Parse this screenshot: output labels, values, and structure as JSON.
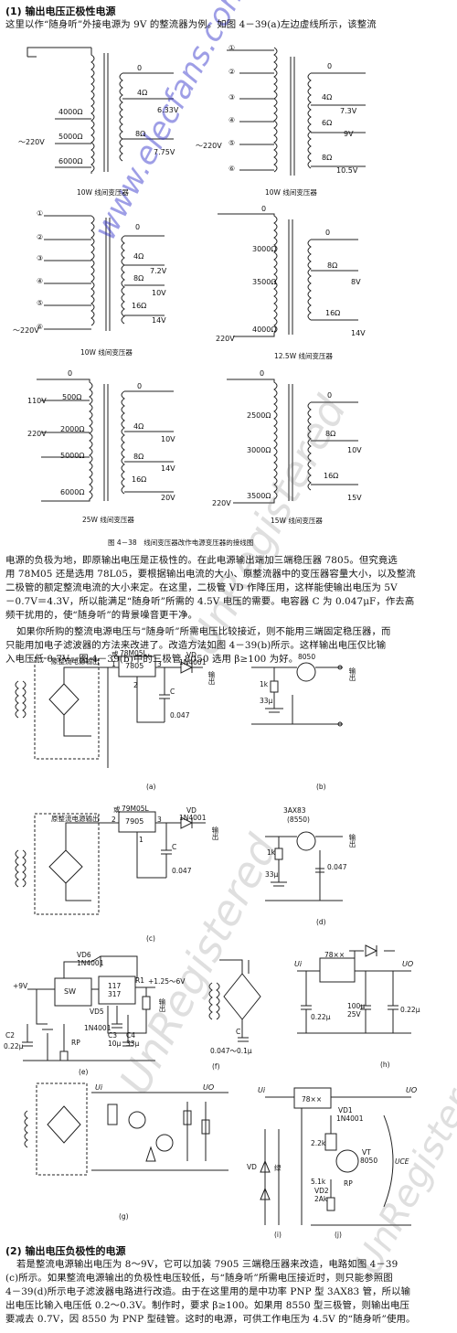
{
  "section1": {
    "heading": "(1) 输出电压正极性电源",
    "intro": "这里以作“随身听”外接电源为 9V 的整流器为例。如图 4－39(a)左边虚线所示，该整流"
  },
  "transformers": {
    "t1": {
      "caption": "10W 线间变压器",
      "taps_left": [
        "4000Ω",
        "5000Ω",
        "6000Ω"
      ],
      "taps_right": [
        "0",
        "4Ω",
        "6.33V",
        "8Ω",
        "7.75V"
      ],
      "input": "～220V"
    },
    "t2": {
      "caption": "10W 线间变压器",
      "pins": [
        "①",
        "②",
        "③",
        "④",
        "⑤",
        "⑥"
      ],
      "taps_right": [
        "0",
        "4Ω",
        "7.3V",
        "6Ω",
        "9V",
        "8Ω",
        "10.5V"
      ],
      "input": "～220V"
    },
    "t3": {
      "caption": "10W 线间变压器",
      "pins": [
        "①",
        "②",
        "③",
        "④",
        "⑤",
        "⑥"
      ],
      "taps_right": [
        "0",
        "4Ω",
        "7.2V",
        "8Ω",
        "10V",
        "16Ω",
        "14V"
      ],
      "input": "～220V"
    },
    "t4": {
      "caption": "12.5W 线间变压器",
      "taps_left": [
        "0",
        "3000Ω",
        "3500Ω",
        "4000Ω",
        "220V"
      ],
      "taps_right": [
        "0",
        "8Ω",
        "8V",
        "16Ω",
        "14V"
      ]
    },
    "t5": {
      "caption": "25W 线间变压器",
      "taps_left": [
        "0",
        "110V",
        "500Ω",
        "220V",
        "2000Ω",
        "5000Ω",
        "6000Ω"
      ],
      "taps_right": [
        "0",
        "4Ω",
        "10V",
        "8Ω",
        "14V",
        "16Ω",
        "20V"
      ]
    },
    "t6": {
      "caption": "15W 线间变压器",
      "taps_left": [
        "0",
        "2500Ω",
        "3000Ω",
        "3500Ω",
        "220V"
      ],
      "taps_right": [
        "0",
        "8Ω",
        "10V",
        "16Ω",
        "15V"
      ]
    },
    "figure_caption": "图 4－38　线间变压器改作电源变压器的接线图"
  },
  "paragraph1": [
    "电源的负极为地，即原输出电压是正极性的。在此电源输出端加三端稳压器 7805。但究竟选",
    "用 78M05 还是选用 78L05，要根据输出电流的大小、原整流器中的变压器容量大小，以及整流",
    "二极管的额定整流电流的大小来定。在这里，二极管 VD 作降压用，这样能使输出电压为 5V",
    "－0.7V＝4.3V，所以能满足“随身听”所需的 4.5V 电压的需要。电容器 C 为 0.047μF，作去高",
    "频干扰用的，使“随身听”的背景噪音更干净。"
  ],
  "paragraph2": [
    "如果你所购的整流电源电压与“随身听”所需电压比较接近，则不能用三端固定稳压器，而",
    "只能用加电子滤波器的方法来改进了。改造方法如图 4－39(b)所示。这样输出电压仅比输",
    "入电压低 0.7V。图 4－39(b)中的三极管 8050 选用 β≥100 为好。"
  ],
  "circuits": {
    "a": {
      "label": "(a)",
      "source": "原整流电源输出",
      "reg": "78M05L",
      "reg_prefix": "或",
      "ic": "7805",
      "diode": "VD",
      "diode_part": "1N4001",
      "cap": "C",
      "cap_val": "0.047",
      "out": "输出",
      "pins": [
        "1",
        "3",
        "2"
      ]
    },
    "b": {
      "label": "(b)",
      "transistor": "8050",
      "res": "1k",
      "cap": "33μ",
      "out": "输出"
    },
    "c": {
      "label": "(c)",
      "source": "原整流电源输出",
      "reg": "79M05L",
      "reg_prefix": "或",
      "ic": "7905",
      "diode": "VD",
      "diode_part": "1N4001",
      "cap": "C",
      "cap_val": "0.047",
      "out": "输出",
      "pins": [
        "2",
        "3",
        "1"
      ]
    },
    "d": {
      "label": "(d)",
      "transistor": "3AX83",
      "transistor_alt": "(8550)",
      "res": "1k",
      "cap": "33μ",
      "cap2": "0.047",
      "out": "输出"
    },
    "e": {
      "label": "(e)",
      "vd6": "VD6",
      "vd6_part": "1N4001",
      "vin": "+9V",
      "sw": "SW",
      "ic": "117",
      "ic2": "317",
      "r1": "R1",
      "vout": "+1.25～6V",
      "vd5": "VD5",
      "vd5_part": "1N4001",
      "c3": "C3",
      "c3_val": "10μ",
      "c4": "C4",
      "c4_val": "33μ",
      "c2": "C2",
      "c2_val": "0.22μ",
      "rp": "RP",
      "out": "输出"
    },
    "f": {
      "label": "(f)",
      "cap": "C",
      "cap_val": "0.047～0.1μ"
    },
    "h": {
      "label": "(h)",
      "ui": "Ui",
      "uo": "UO",
      "ic": "78××",
      "c1": "0.22μ",
      "c2": "100μ",
      "c2v": "25V",
      "c3": "0.22μ"
    },
    "g": {
      "label": "(g)",
      "ui": "Ui",
      "uo": "UO"
    },
    "i": {
      "label": "(i)",
      "vd": "VD",
      "mark": "绿",
      "ic": "78××",
      "ui": "Ui",
      "uo": "UO"
    },
    "j": {
      "label": "(j)",
      "vd1": "VD1",
      "vd1_part": "1N4001",
      "r": "2.2k",
      "vt": "VT",
      "vt_part": "8050",
      "uce": "UCE",
      "r2": "5.1k",
      "rp": "RP",
      "vd2": "VD2",
      "vd2_part": "2Ak"
    }
  },
  "section2": {
    "heading": "(2) 输出电压负极性的电源",
    "lines": [
      "若是整流电源输出电压为 8～9V，它可以加装 7905 三端稳压器来改造，电路如图 4－39",
      "(c)所示。如果整流电源输出的负极性电压较低，与“随身听”所需电压接近时，则只能参照图",
      "4－39(d)所示电子滤波器电路进行改造。由于在这里用的是中功率 PNP 型 3AX83 管，所以输",
      "出电压比输入电压低 0.2～0.3V。制作时，要求 β≥100。如果用 8550 型三极管，则输出电压",
      "要减去 0.7V，因 8550 为 PNP 型硅管。这时的电源，可供工作电压为 4.5V 的“随身听”使用。"
    ]
  },
  "watermarks": [
    "www.elecfans.com",
    "UnRegistered",
    "UnRegistered",
    "UnRegistered"
  ]
}
